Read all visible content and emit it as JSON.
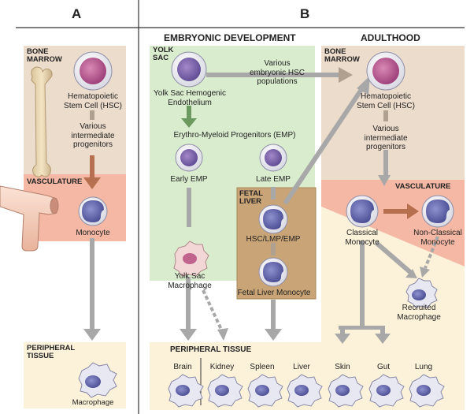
{
  "panels": {
    "a_letter": "A",
    "b_letter": "B"
  },
  "headings": {
    "embryonic": "EMBRYONIC DEVELOPMENT",
    "adulthood": "ADULTHOOD"
  },
  "panel_a": {
    "bone_marrow": "BONE\nMARROW",
    "hsc": "Hematopoietic\nStem Cell (HSC)",
    "intermediate": "Various\nintermediate\nprogenitors",
    "vasculature": "VASCULATURE",
    "monocyte": "Monocyte",
    "peripheral_tissue": "PERIPHERAL\nTISSUE",
    "macrophage": "Macrophage"
  },
  "panel_b": {
    "yolk_sac": "YOLK\nSAC",
    "hemogenic": "Yolk Sac Hemogenic\nEndothelium",
    "various_hsc": "Various\nembryonic HSC\npopulations",
    "emp": "Erythro-Myeloid Progenitors (EMP)",
    "early_emp": "Early EMP",
    "late_emp": "Late EMP",
    "fetal_liver": "FETAL\nLIVER",
    "hsc_lmp_emp": "HSC/LMP/EMP",
    "yolk_sac_macrophage": "Yolk Sac\nMacrophage",
    "fetal_liver_monocyte": "Fetal Liver Monocyte",
    "bone_marrow": "BONE\nMARROW",
    "hsc": "Hematopoietic\nStem Cell (HSC)",
    "intermediate": "Various\nintermediate\nprogenitors",
    "vasculature": "VASCULATURE",
    "classical_monocyte": "Classical\nMonocyte",
    "nonclassical_monocyte": "Non-Classical\nMonocyte",
    "recruited_macrophage": "Recruited\nMacrophage",
    "peripheral_tissue": "PERIPHERAL TISSUE",
    "tissues": [
      "Brain",
      "Kidney",
      "Spleen",
      "Liver",
      "Skin",
      "Gut",
      "Lung"
    ]
  },
  "colors": {
    "bone_marrow_bg": "#ecdccb",
    "vasculature_bg": "#f4b8a4",
    "peripheral_bg": "#fcf2d9",
    "yolk_sac_bg": "#d9eccd",
    "fetal_liver_bg": "#c9a476",
    "cell_blue": "#5d5fa7",
    "hsc_pink": "#b3548c",
    "arrow_gray": "#a8a8a8",
    "arrow_brown": "#b7704f",
    "arrow_green": "#6c9960"
  }
}
